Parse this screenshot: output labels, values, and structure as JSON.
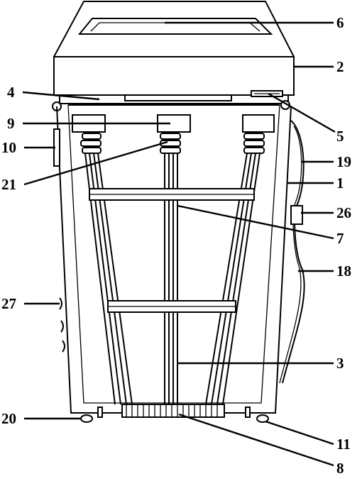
{
  "diagram": {
    "labels": [
      {
        "id": "label-6",
        "text": "6"
      },
      {
        "id": "label-2",
        "text": "2"
      },
      {
        "id": "label-4",
        "text": "4"
      },
      {
        "id": "label-9",
        "text": "9"
      },
      {
        "id": "label-5",
        "text": "5"
      },
      {
        "id": "label-10",
        "text": "10"
      },
      {
        "id": "label-19",
        "text": "19"
      },
      {
        "id": "label-21",
        "text": "21"
      },
      {
        "id": "label-1",
        "text": "1"
      },
      {
        "id": "label-26",
        "text": "26"
      },
      {
        "id": "label-7",
        "text": "7"
      },
      {
        "id": "label-18",
        "text": "18"
      },
      {
        "id": "label-27",
        "text": "27"
      },
      {
        "id": "label-3",
        "text": "3"
      },
      {
        "id": "label-20",
        "text": "20"
      },
      {
        "id": "label-11",
        "text": "11"
      },
      {
        "id": "label-8",
        "text": "8"
      }
    ]
  }
}
